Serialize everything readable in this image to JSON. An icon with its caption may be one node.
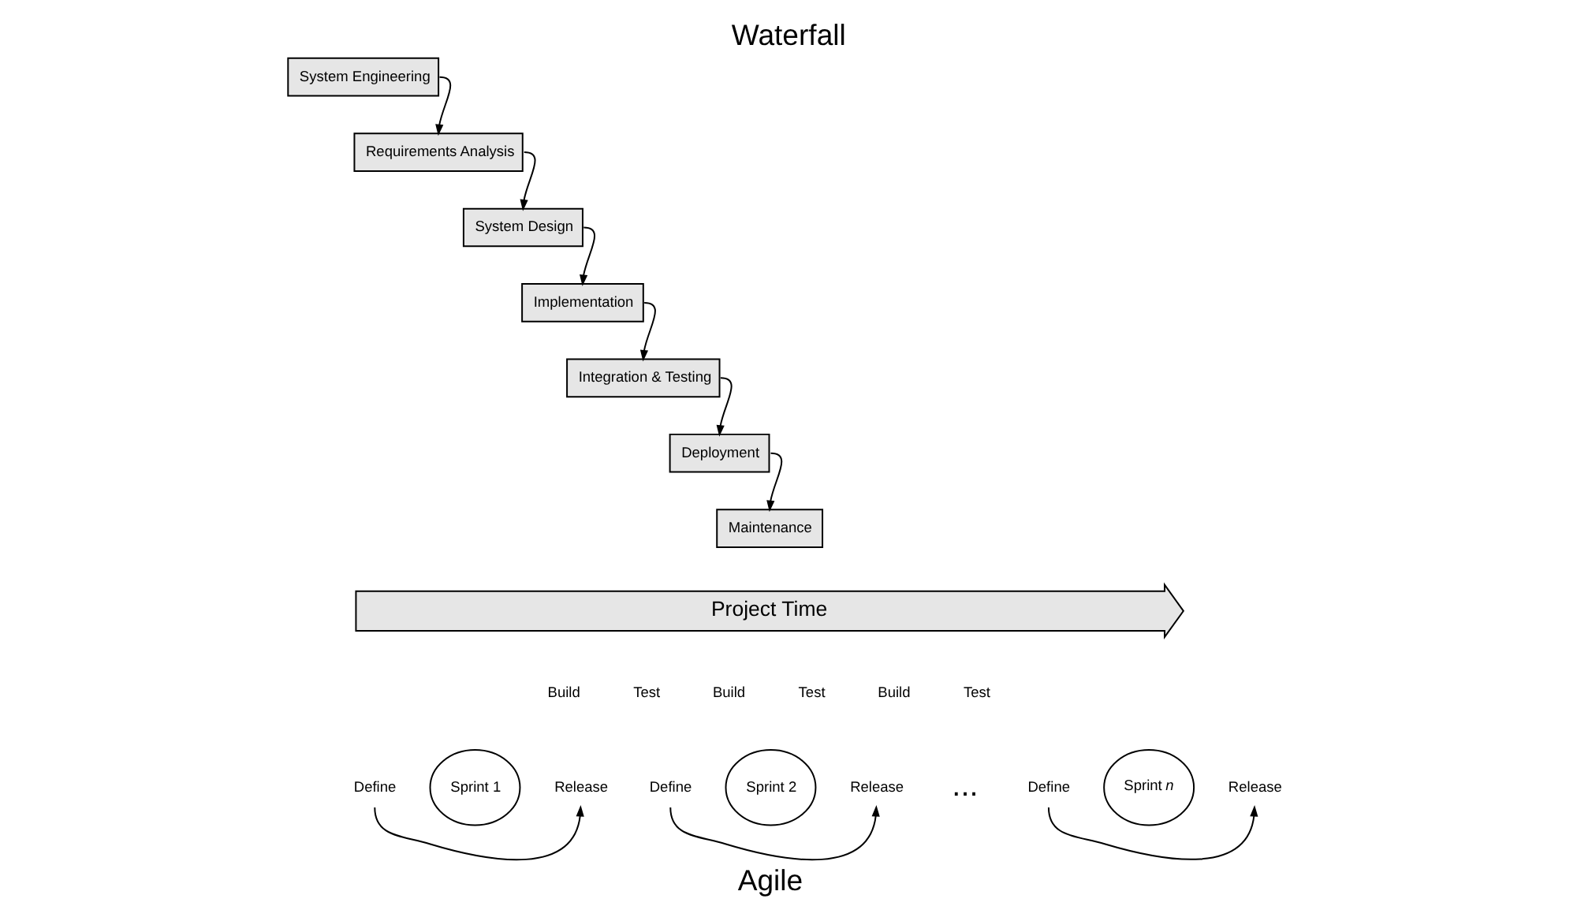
{
  "diagram": {
    "title": "Waterfall",
    "caption": "Agile",
    "nodes": [
      {
        "text": [
          "System Engineering"
        ]
      },
      {
        "text": [
          "Requirements Analysis"
        ]
      },
      {
        "text": [
          "System Design"
        ]
      },
      {
        "text": [
          "Implementation"
        ]
      },
      {
        "text": [
          "Integration & Testing"
        ]
      },
      {
        "text": [
          "Deployment"
        ]
      },
      {
        "text": [
          "Maintenance"
        ]
      },
      {
        "text": [
          "Project Time"
        ]
      },
      {
        "text": [
          "Sprint 1"
        ],
        "beside": [
          "Build",
          "Test"
        ]
      },
      {
        "text": [
          "Define"
        ]
      },
      {
        "text": [
          "Release"
        ]
      },
      {
        "text": [
          "Sprint 2"
        ],
        "beside": [
          "Build",
          "Test"
        ]
      },
      {
        "text": [
          "Define"
        ]
      },
      {
        "text": [
          "Release"
        ]
      },
      {
        "text": [
          "Sprint *n*"
        ],
        "beside": [
          "Build",
          "Test"
        ]
      },
      {
        "text": [
          "Define"
        ]
      },
      {
        "text": [
          "Release"
        ]
      }
    ],
    "edges": [
      {
        "from": 0,
        "to": 1,
        "arrow": "to"
      },
      {
        "from": 1,
        "to": 2,
        "arrow": "to"
      },
      {
        "from": 2,
        "to": 3,
        "arrow": "to"
      },
      {
        "from": 3,
        "to": 4,
        "arrow": "to"
      },
      {
        "from": 4,
        "to": 5,
        "arrow": "to"
      },
      {
        "from": 5,
        "to": 6,
        "arrow": "to"
      },
      {
        "from": 9,
        "to": 10,
        "arrow": "to"
      },
      {
        "from": 12,
        "to": 13,
        "arrow": "to"
      },
      {
        "from": 15,
        "to": 16,
        "arrow": "to"
      }
    ],
    "labels": [
      "..."
    ]
  }
}
